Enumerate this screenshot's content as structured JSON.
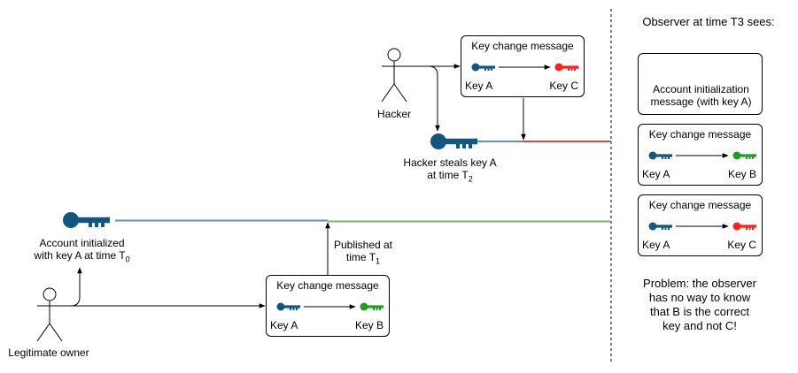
{
  "observer": {
    "header": "Observer at time T3 sees:",
    "init_card": {
      "line1": "Account initialization",
      "line2": "message (with key A)"
    },
    "card_b": {
      "title": "Key change message",
      "from": "Key A",
      "to": "Key B"
    },
    "card_c": {
      "title": "Key change message",
      "from": "Key A",
      "to": "Key C"
    },
    "problem": [
      "Problem: the observer",
      "has no way to know",
      "that B is the correct",
      "key and not C!"
    ]
  },
  "hacker": {
    "label": "Hacker",
    "msg": {
      "title": "Key change message",
      "from": "Key A",
      "to": "Key C"
    },
    "steal": {
      "line1": "Hacker steals key A",
      "line2_prefix": "at time T",
      "line2_sub": "2"
    }
  },
  "owner": {
    "label": "Legitimate owner",
    "account": {
      "line1": "Account initialized",
      "line2_prefix": "with key A at time T",
      "line2_sub": "0"
    },
    "msg": {
      "title": "Key change message",
      "from": "Key A",
      "to": "Key B"
    },
    "published": {
      "line1": "Published at",
      "line2_prefix": "time T",
      "line2_sub": "1"
    }
  },
  "colors": {
    "key_blue": "#10587f",
    "key_green": "#1f9e1f",
    "key_red": "#ff1f1f",
    "timeline_blue": "#6c8ebf",
    "timeline_green": "#82b366",
    "timeline_red": "#b85450"
  }
}
